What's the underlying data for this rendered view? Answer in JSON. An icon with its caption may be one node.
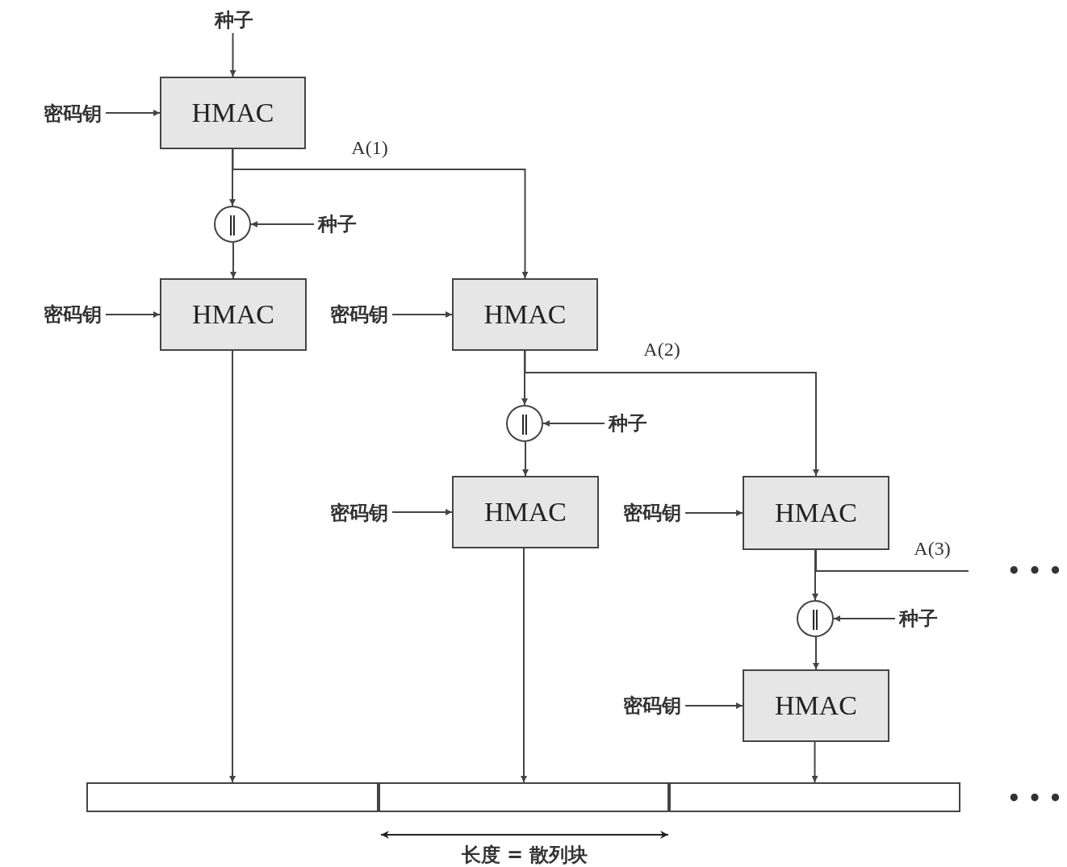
{
  "diagram": {
    "nodes": [
      {
        "text": [
          "种子"
        ]
      },
      {
        "text": [
          "密码钥"
        ]
      },
      {
        "text": [
          "HMAC"
        ]
      },
      {
        "text": [
          "‖"
        ]
      },
      {
        "text": [
          "种子"
        ]
      },
      {
        "text": [
          "密码钥"
        ]
      },
      {
        "text": [
          "HMAC"
        ]
      },
      {
        "text": [
          "密码钥"
        ]
      },
      {
        "text": [
          "HMAC"
        ]
      },
      {
        "text": [
          "‖"
        ]
      },
      {
        "text": [
          "种子"
        ]
      },
      {
        "text": [
          "密码钥"
        ]
      },
      {
        "text": [
          "HMAC"
        ]
      },
      {
        "text": [
          "密码钥"
        ]
      },
      {
        "text": [
          "HMAC"
        ]
      },
      {
        "text": [
          "‖"
        ]
      },
      {
        "text": [
          "种子"
        ]
      },
      {
        "text": [
          "密码钥"
        ]
      },
      {
        "text": [
          "HMAC"
        ]
      },
      {
        "text": [],
        "shape": "box"
      },
      {
        "text": [],
        "shape": "box"
      },
      {
        "text": [],
        "shape": "box"
      }
    ],
    "edges": [
      {
        "from": 0,
        "to": 2,
        "arrow": "to"
      },
      {
        "from": 1,
        "to": 2,
        "arrow": "to"
      },
      {
        "from": 2,
        "to": 3,
        "arrow": "to"
      },
      {
        "from": 2,
        "to": 8,
        "arrow": "to",
        "label": "A(1)"
      },
      {
        "from": 4,
        "to": 3,
        "arrow": "to"
      },
      {
        "from": 3,
        "to": 6,
        "arrow": "to"
      },
      {
        "from": 5,
        "to": 6,
        "arrow": "to"
      },
      {
        "from": 7,
        "to": 8,
        "arrow": "to"
      },
      {
        "from": 6,
        "to": 19,
        "arrow": "to"
      },
      {
        "from": 8,
        "to": 9,
        "arrow": "to"
      },
      {
        "from": 8,
        "to": 14,
        "arrow": "to",
        "label": "A(2)"
      },
      {
        "from": 10,
        "to": 9,
        "arrow": "to"
      },
      {
        "from": 9,
        "to": 12,
        "arrow": "to"
      },
      {
        "from": 11,
        "to": 12,
        "arrow": "to"
      },
      {
        "from": 13,
        "to": 14,
        "arrow": "to"
      },
      {
        "from": 12,
        "to": 20,
        "arrow": "to"
      },
      {
        "from": 14,
        "to": 15,
        "arrow": "to"
      },
      {
        "from": 14,
        "to": null,
        "arrow": "none",
        "label": "A(3)"
      },
      {
        "from": 16,
        "to": 15,
        "arrow": "to"
      },
      {
        "from": 15,
        "to": 18,
        "arrow": "to"
      },
      {
        "from": 17,
        "to": 18,
        "arrow": "to"
      },
      {
        "from": 18,
        "to": 21,
        "arrow": "to"
      }
    ],
    "labels": [
      "• • •",
      "• • •",
      "长度 = 散列块"
    ]
  }
}
